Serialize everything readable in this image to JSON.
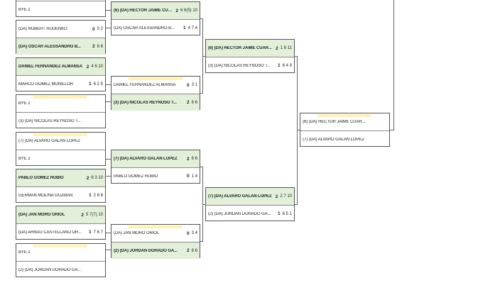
{
  "round1": [
    {
      "top": {
        "name": "BYE 2",
        "sets": "",
        "won": ""
      }
    },
    {
      "top": {
        "name": "(DA) ROBERT RUDENKO",
        "sets": "0 2",
        "won": "0"
      },
      "bot": {
        "name": "(DA) OSCAR ALESSANDRO B...",
        "sets": "6 6",
        "won": "2"
      }
    },
    {
      "top": {
        "name": "DANIEL FERNANDEZ ALMANSA",
        "sets": "4 6 10",
        "won": "2"
      },
      "bot": {
        "name": "MARCO GOMEZ MONILLOR",
        "sets": "6 2 5",
        "won": "1"
      }
    },
    {
      "top": {
        "name": "BYE 2",
        "sets": "",
        "won": ""
      },
      "bot": {
        "name": "(3) (DA) NICOLAS REYNOSO T...",
        "sets": "",
        "won": ""
      }
    },
    {
      "top": {
        "name": "(7) (DA) ALVARO GALAN LOPEZ",
        "sets": "",
        "won": ""
      },
      "bot": {
        "name": "BYE 2",
        "sets": "",
        "won": ""
      }
    },
    {
      "top": {
        "name": "PABLO GOMEZ RUBIO",
        "sets": "6 3 10",
        "won": "2"
      },
      "bot": {
        "name": "GERMAN MOLINA GUZMAN",
        "sets": "2 6 8",
        "won": "1"
      }
    },
    {
      "top": {
        "name": "(DA) JAN MORO ORIOL",
        "sets": "5 7(7) 10",
        "won": "2"
      },
      "bot": {
        "name": "(DA) ARNAU CASTELLANO OR...",
        "sets": "7 6 7",
        "won": "1"
      }
    },
    {
      "top": {
        "name": "BYE 2",
        "sets": "",
        "won": ""
      },
      "bot": {
        "name": "(2) (DA) JORDAN DOHADO GA...",
        "sets": "",
        "won": ""
      }
    }
  ],
  "round2": [
    {
      "top": {
        "name": "(6) (DA) HECTOR JAIME CUAR...",
        "sets": "6 6(5) 10",
        "won": "2"
      },
      "bot": {
        "name": "(DA) OSCAR ALESSANDRO B...",
        "sets": "4 7 4",
        "won": "1"
      }
    },
    {
      "top": {
        "name": "DANIEL FERNANDEZ ALMANSA",
        "sets": "3 1",
        "won": "0"
      },
      "bot": {
        "name": "(3) (DA) NICOLAS REYNOSO T...",
        "sets": "6 6",
        "won": "2"
      }
    },
    {
      "top": {
        "name": "(7) (DA) ALVARO GALAN LOPEZ",
        "sets": "6 6",
        "won": "2"
      },
      "bot": {
        "name": "PABLO GOMEZ RUBIO",
        "sets": "1 4",
        "won": "0"
      }
    },
    {
      "top": {
        "name": "(DA) JAN MORO ORIOL",
        "sets": "3 4",
        "won": "0"
      },
      "bot": {
        "name": "(2) (DA) JORDAN DOHADO GA...",
        "sets": "6 6",
        "won": "2"
      }
    }
  ],
  "round3": [
    {
      "top": {
        "name": "(6) (DA) HECTOR JAIME CUAR...",
        "sets": "1 6 11",
        "won": "2"
      },
      "bot": {
        "name": "(3) (DA) NICOLAS REYNOSO T...",
        "sets": "6 4 9",
        "won": "1"
      }
    },
    {
      "top": {
        "name": "(7) (DA) ALVARO GALAN LOPEZ",
        "sets": "2 7 10",
        "won": "2"
      },
      "bot": {
        "name": "(2) (DA) JORDAN DOHADO GA...",
        "sets": "6 5 1",
        "won": "1"
      }
    }
  ],
  "round4": [
    {
      "top": {
        "name": "(6) (DA) HECTOR JAIME CUAR...",
        "sets": "",
        "won": ""
      },
      "bot": {
        "name": "(7) (DA) ALVARO GALAN LOPEZ",
        "sets": "",
        "won": ""
      }
    }
  ]
}
